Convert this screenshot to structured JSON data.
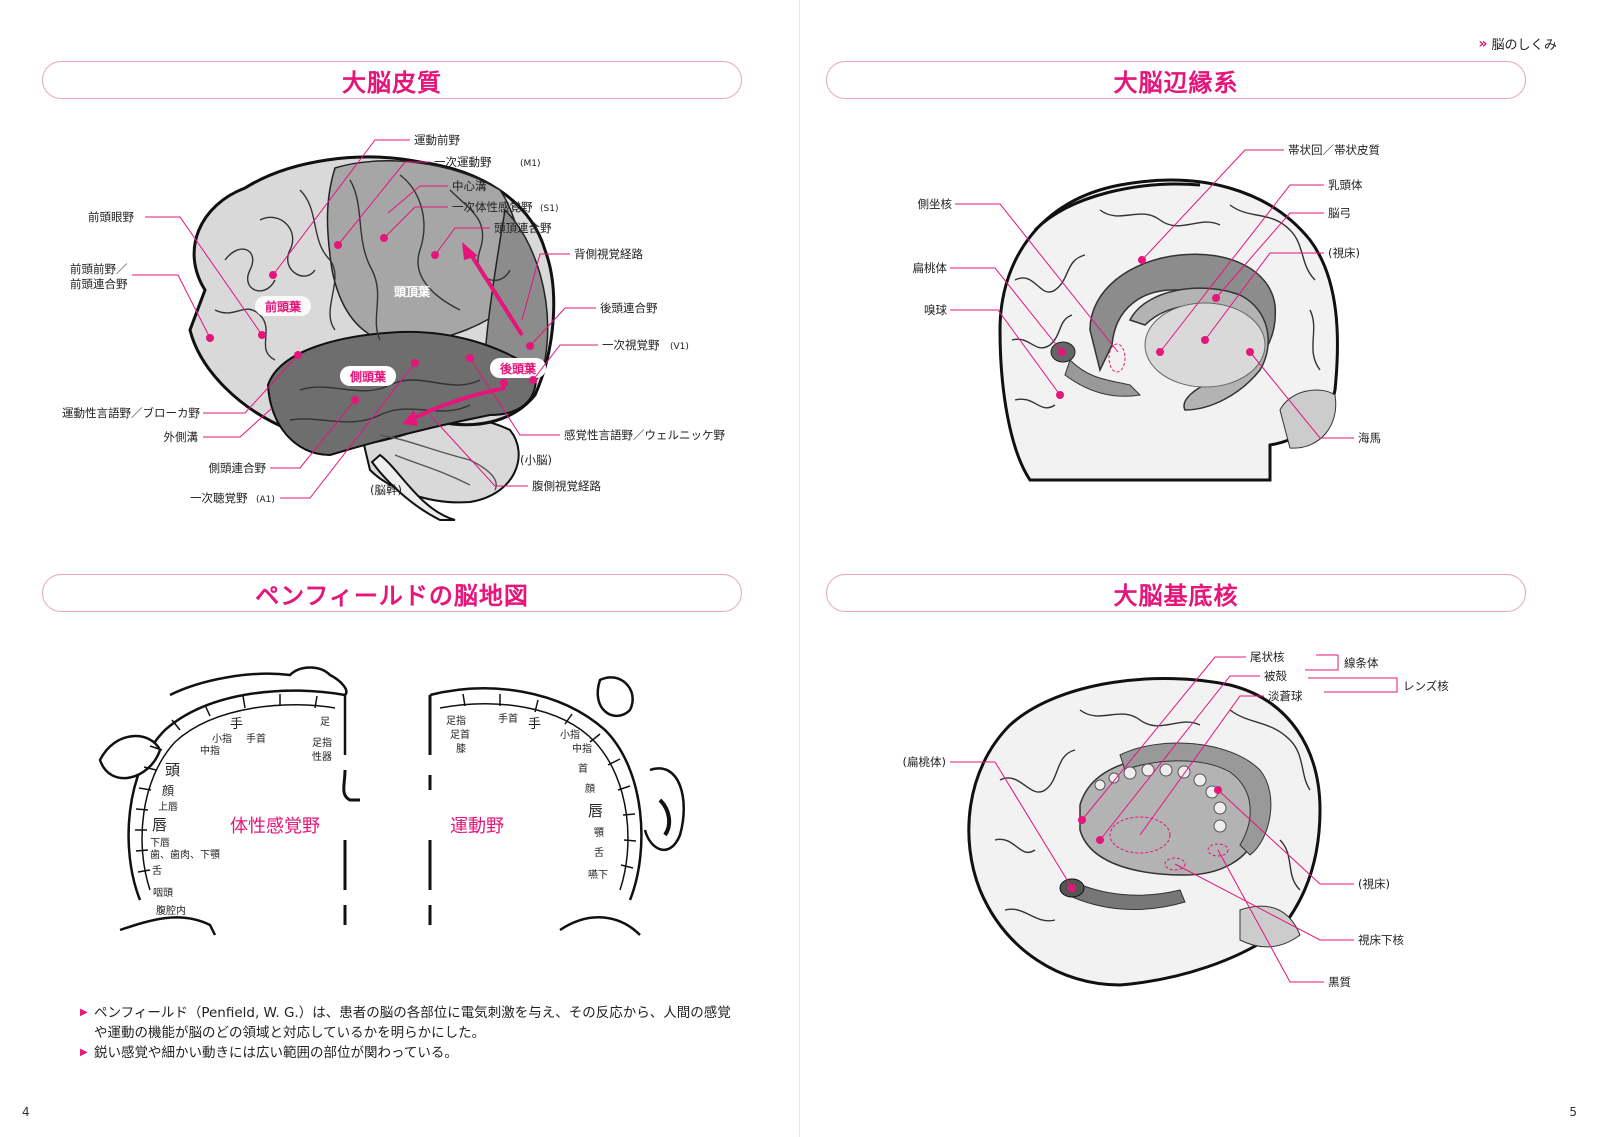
{
  "running_head": {
    "chevron": "»",
    "label": "脳のしくみ"
  },
  "page_numbers": {
    "left": "4",
    "right": "5"
  },
  "panels": {
    "cortex": {
      "title": "大脳皮質",
      "lobes": {
        "frontal": "前頭葉",
        "parietal": "頭頂葉",
        "temporal": "側頭葉",
        "occipital": "後頭葉"
      },
      "labels": {
        "premotor": "運動前野",
        "m1": "一次運動野",
        "m1_abbr": "(M1)",
        "central_sulcus": "中心溝",
        "s1": "一次体性感覚野",
        "s1_abbr": "(S1)",
        "parietal_assoc": "頭頂連合野",
        "dorsal_path": "背側視覚経路",
        "occipital_assoc": "後頭連合野",
        "v1": "一次視覚野",
        "v1_abbr": "(V1)",
        "wernicke": "感覚性言語野／ウェルニッケ野",
        "cerebellum": "(小脳)",
        "ventral_path": "腹側視覚経路",
        "brainstem": "(脳幹)",
        "a1": "一次聴覚野",
        "a1_abbr": "(A1)",
        "temporal_assoc": "側頭連合野",
        "lateral_sulcus": "外側溝",
        "broca": "運動性言語野／ブローカ野",
        "prefrontal_1": "前頭前野／",
        "prefrontal_2": "前頭連合野",
        "frontal_eye": "前頭眼野"
      }
    },
    "limbic": {
      "title": "大脳辺縁系",
      "labels": {
        "cingulate": "帯状回／帯状皮質",
        "mammillary": "乳頭体",
        "fornix": "脳弓",
        "thalamus": "(視床)",
        "hippocampus": "海馬",
        "accumbens": "側坐核",
        "amygdala": "扁桃体",
        "olfactory": "嗅球"
      }
    },
    "penfield": {
      "title": "ペンフィールドの脳地図",
      "sensory_label": "体性感覚野",
      "motor_label": "運動野",
      "sensory_parts": [
        "足",
        "足指",
        "性器",
        "手",
        "小指",
        "中指",
        "手首",
        "頭",
        "顔",
        "上唇",
        "唇",
        "下唇",
        "歯、歯肉、下顎",
        "舌",
        "咽頭",
        "腹腔内"
      ],
      "motor_parts": [
        "手首",
        "手",
        "小指",
        "中指",
        "首",
        "顔",
        "唇",
        "顎",
        "舌",
        "嚥下",
        "足指",
        "足首",
        "膝"
      ],
      "notes": [
        "ペンフィールド（Penfield, W. G.）は、患者の脳の各部位に電気刺激を与え、その反応から、人間の感覚や運動の機能が脳のどの領域と対応しているかを明らかにした。",
        "鋭い感覚や細かい動きには広い範囲の部位が関わっている。"
      ]
    },
    "basal": {
      "title": "大脳基底核",
      "labels": {
        "caudate": "尾状核",
        "putamen": "被殻",
        "globus": "淡蒼球",
        "striatum": "線条体",
        "lentiform": "レンズ核",
        "amygdala": "(扁桃体)",
        "thalamus": "(視床)",
        "subthalamic": "視床下核",
        "nigra": "黒質"
      }
    }
  },
  "colors": {
    "accent": "#e5157a",
    "pill_border": "#e8a2c2",
    "light_gray": "#d9d9d9",
    "mid_gray": "#a6a6a6",
    "dark_gray": "#6e6e6e"
  }
}
